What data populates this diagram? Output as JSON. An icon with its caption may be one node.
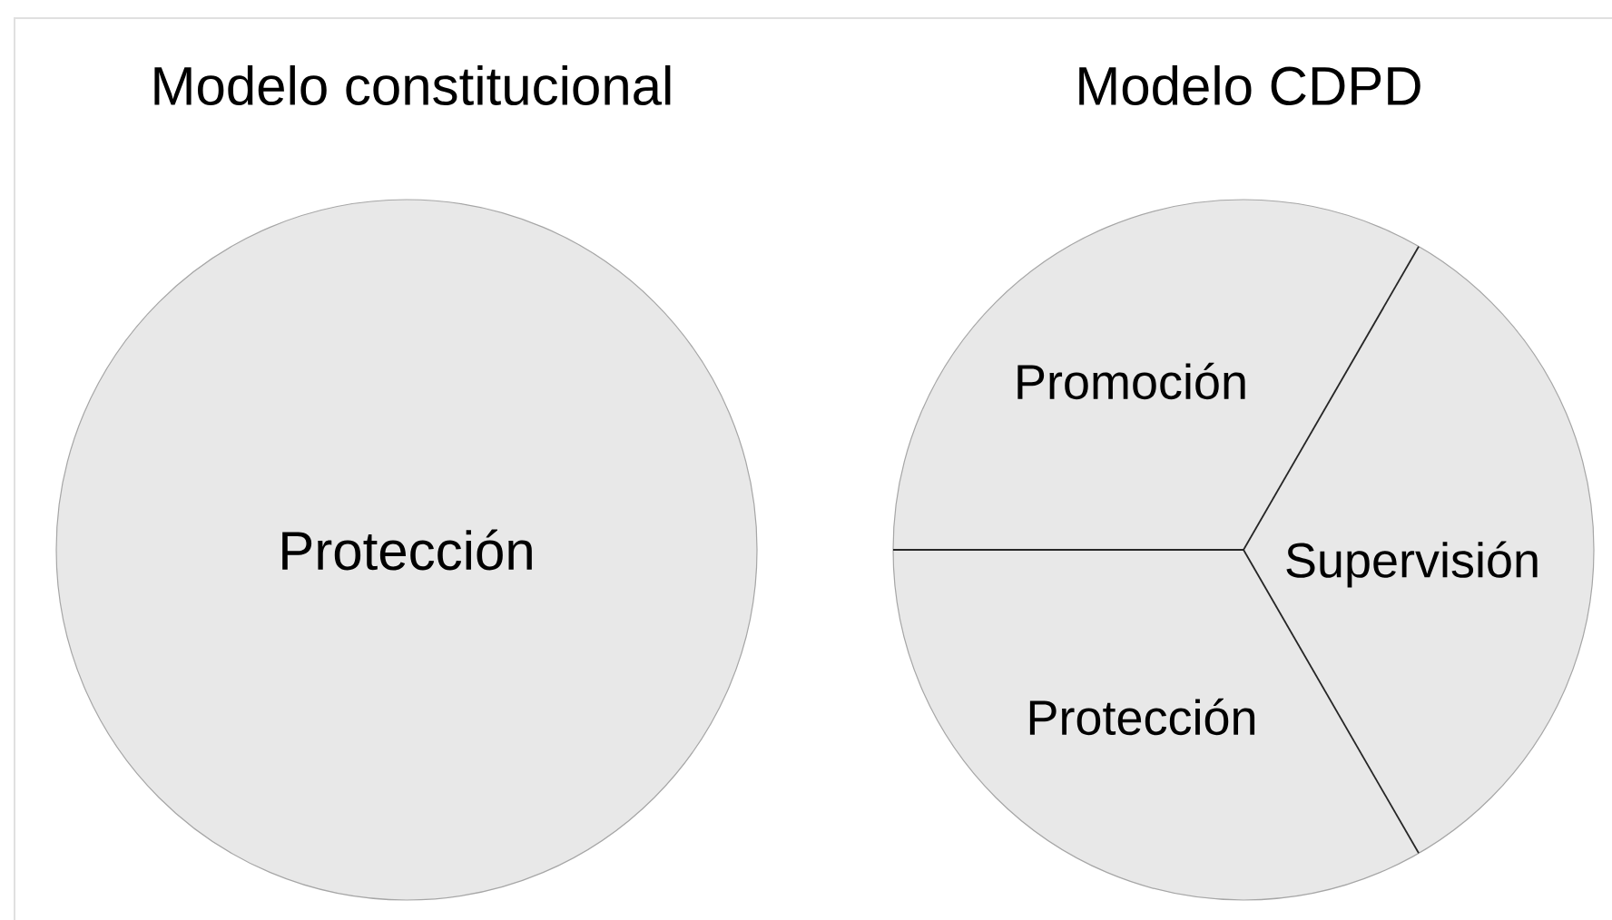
{
  "diagram": {
    "nodes": [
      {
        "text": [
          "Modelo constitucional",
          "Protección"
        ]
      },
      {
        "text": [
          "Modelo CDPD"
        ]
      },
      {
        "text": [
          "Promoción"
        ],
        "in": 1
      },
      {
        "text": [
          "Supervisión"
        ],
        "in": 1
      },
      {
        "text": [
          "Protección"
        ],
        "in": 1
      }
    ]
  }
}
